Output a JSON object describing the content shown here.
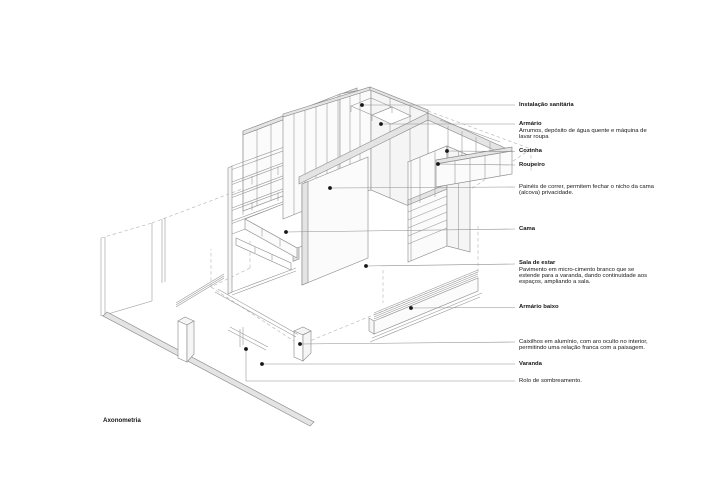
{
  "page": {
    "background": "#ffffff",
    "title_label": "Axonometria"
  },
  "drawing": {
    "type": "axonometric architectural cutaway of an apartment",
    "colors": {
      "line": "#9a9a9a",
      "line_dark": "#7d7d7d",
      "fill_light": "#f5f5f5",
      "fill_band": "#e4e4e4",
      "leader_dot": "#161616",
      "text": "#161616"
    }
  },
  "annotations": [
    {
      "id": "instalacao-sanitaria",
      "heading": "Instalação sanitária",
      "body": []
    },
    {
      "id": "armario",
      "heading": "Armário",
      "body": [
        "Arrumos, depósito de água quente e máquina de",
        "lavar roupa"
      ]
    },
    {
      "id": "cozinha",
      "heading": "Cozinha",
      "body": []
    },
    {
      "id": "roupeiro",
      "heading": "Roupeiro",
      "body": []
    },
    {
      "id": "paineis-de-correr",
      "heading": "",
      "body": [
        "Painéis de correr, permitem fechar o nicho da cama",
        "(alcova) privacidade."
      ]
    },
    {
      "id": "cama",
      "heading": "Cama",
      "body": []
    },
    {
      "id": "sala-de-estar",
      "heading": "Sala de estar",
      "body": [
        "Pavimento em micro-cimento branco que se",
        "estende para a varanda, dando continuidade aos",
        "espaços, ampliando a sala."
      ]
    },
    {
      "id": "armario-baixo",
      "heading": "Armário baixo",
      "body": []
    },
    {
      "id": "caixilhos",
      "heading": "",
      "body": [
        "Caixilhos em alumínio, com aro oculto no interior,",
        "permitindo uma relação franca com a paisagem."
      ]
    },
    {
      "id": "varanda",
      "heading": "Varanda",
      "body": []
    },
    {
      "id": "rolo-de-sombreamento",
      "heading": "",
      "body": [
        "Rolo de sombreamento."
      ]
    }
  ]
}
